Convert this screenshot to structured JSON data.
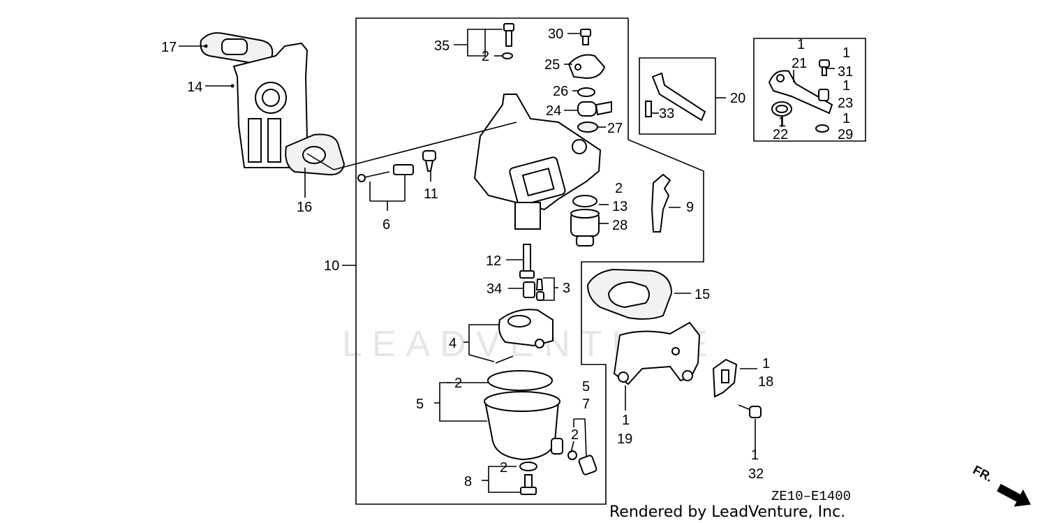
{
  "watermark": "LEADVENTURE",
  "diagram_code": "ZE10–E1400",
  "credit": "Rendered by LeadVenture, Inc.",
  "direction": "FR.",
  "callouts": {
    "c1": "1",
    "c2": "2",
    "c3": "3",
    "c4": "4",
    "c5": "5",
    "c6": "6",
    "c7": "7",
    "c8": "8",
    "c9": "9",
    "c10": "10",
    "c11": "11",
    "c12": "12",
    "c13": "13",
    "c14": "14",
    "c15": "15",
    "c16": "16",
    "c17": "17",
    "c18": "18",
    "c19": "19",
    "c20": "20",
    "c21": "21",
    "c22": "22",
    "c23": "23",
    "c24": "24",
    "c25": "25",
    "c26": "26",
    "c27": "27",
    "c28": "28",
    "c29": "29",
    "c30": "30",
    "c31": "31",
    "c32": "32",
    "c33": "33",
    "c34": "34",
    "c35": "35"
  },
  "colors": {
    "ink": "#000000",
    "watermark": "#e6e6e6",
    "background": "#ffffff"
  }
}
